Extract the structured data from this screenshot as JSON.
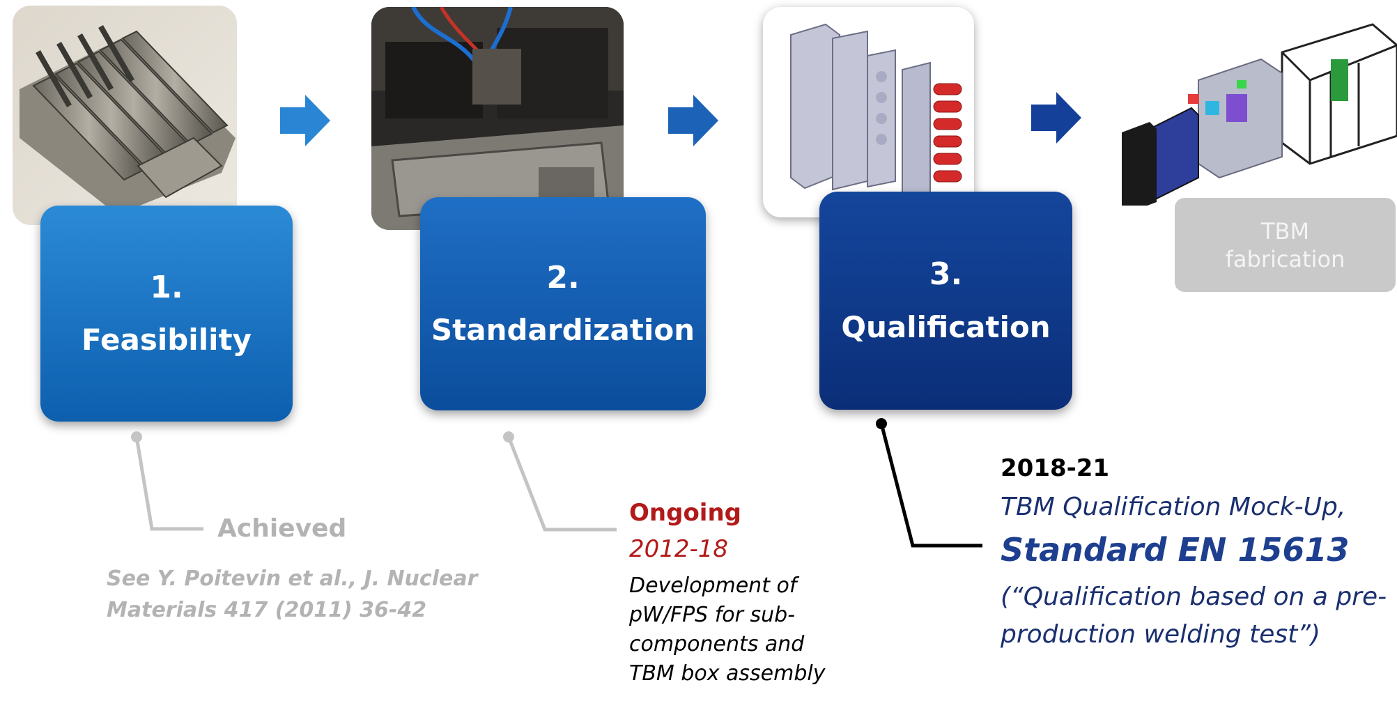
{
  "steps": [
    {
      "number": "1.",
      "title": "Feasibility"
    },
    {
      "number": "2.",
      "title": "Standardization"
    },
    {
      "number": "3.",
      "title": "Qualification"
    }
  ],
  "next_step": {
    "line1": "TBM",
    "line2": "fabrication"
  },
  "annotations": {
    "step1": {
      "status": "Achieved",
      "reference_line1": "See Y. Poitevin et al., J. Nuclear",
      "reference_line2": "Materials 417 (2011) 36-42"
    },
    "step2": {
      "status": "Ongoing",
      "years": "2012-18",
      "description": [
        "Development of",
        "pW/FPS for sub-",
        "components and",
        "TBM box assembly"
      ]
    },
    "step3": {
      "years": "2018-21",
      "mockup": "TBM Qualification Mock-Up,",
      "standard": "Standard EN 15613",
      "quote_line1": "(“Qualification based on a pre-",
      "quote_line2": "production welding test”)"
    }
  },
  "colors": {
    "step1": "#1a78c9",
    "step2": "#135fb5",
    "step3": "#0f3b8a",
    "arrow1": "#2a86d4",
    "arrow2": "#1c63b8",
    "arrow3": "#14409a",
    "inactive": "#c9c9c9",
    "achieved_gray": "#b3b3b3",
    "ongoing_red": "#b21a1a"
  },
  "icons": [
    "arrow-right-icon",
    "arrow-right-icon",
    "arrow-right-icon"
  ]
}
